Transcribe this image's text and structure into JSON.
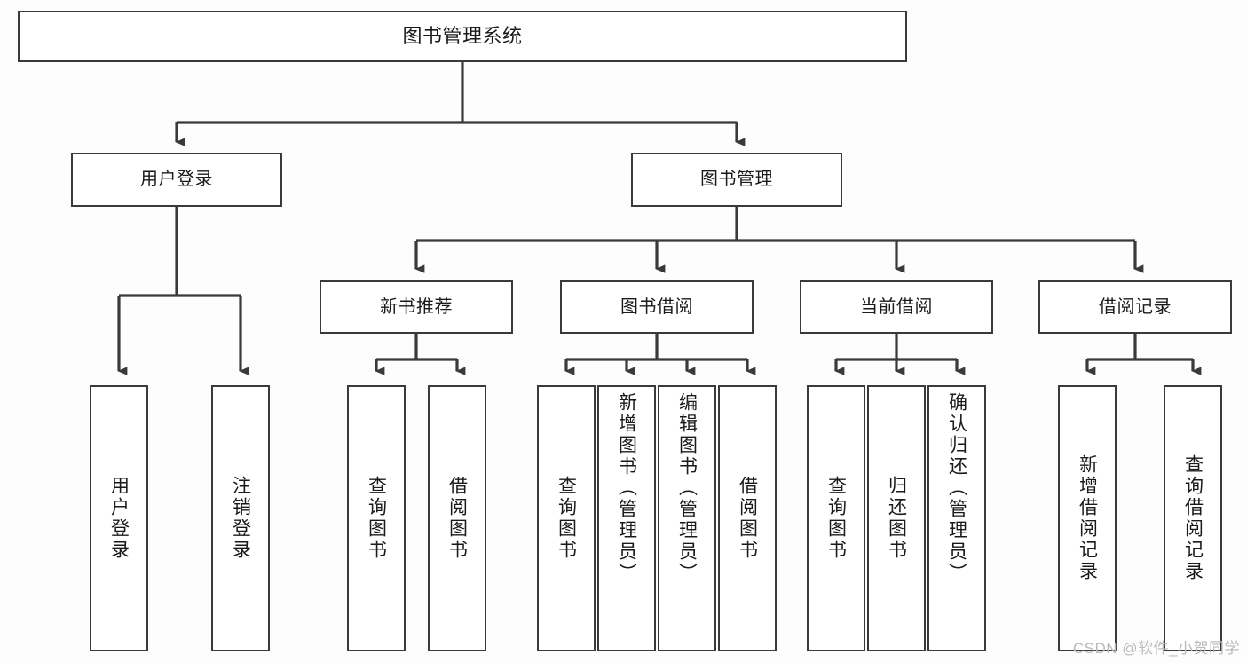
{
  "diagram": {
    "title": "图书管理系统",
    "type": "hierarchy-tree",
    "root": {
      "label": "图书管理系统"
    },
    "level1": [
      {
        "label": "用户登录"
      },
      {
        "label": "图书管理"
      }
    ],
    "level2": [
      {
        "label": "新书推荐"
      },
      {
        "label": "图书借阅"
      },
      {
        "label": "当前借阅"
      },
      {
        "label": "借阅记录"
      }
    ],
    "leaves": {
      "user_login": [
        {
          "label": "用户登录"
        },
        {
          "label": "注销登录"
        }
      ],
      "new_book": [
        {
          "label": "查询图书"
        },
        {
          "label": "借阅图书"
        }
      ],
      "book_borrow": [
        {
          "label": "查询图书"
        },
        {
          "label": "新增图书（管理员）"
        },
        {
          "label": "编辑图书（管理员）"
        },
        {
          "label": "借阅图书"
        }
      ],
      "current_borrow": [
        {
          "label": "查询图书"
        },
        {
          "label": "归还图书"
        },
        {
          "label": "确认归还（管理员）"
        }
      ],
      "borrow_record": [
        {
          "label": "新增借阅记录"
        },
        {
          "label": "查询借阅记录"
        }
      ]
    }
  },
  "watermark": {
    "text": "CSDN @软件_小贺同学"
  },
  "colors": {
    "border": "#3a3a3a",
    "box_fill": "#ffffff",
    "canvas": "#fdfdfd",
    "text": "#1a1a1a",
    "watermark": "#b9b9b9"
  }
}
